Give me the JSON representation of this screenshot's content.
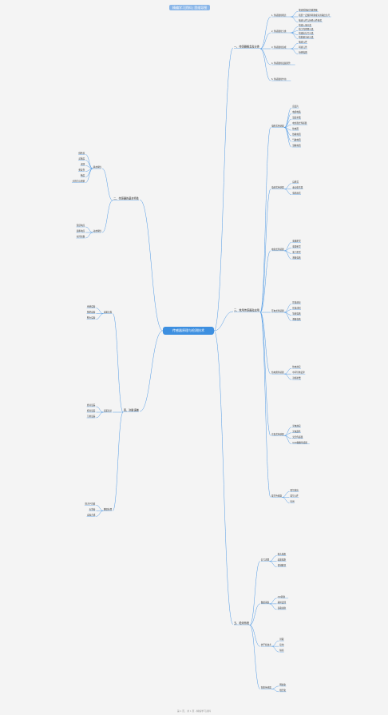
{
  "header": {
    "badge": "精编学习资料 | 思维导图"
  },
  "root": {
    "label": "传感器原理与检测技术"
  },
  "footer": {
    "text": "第 1 页，共 1 页 - 精编学习资料"
  },
  "colors": {
    "edge": "#4f9ae6",
    "root_bg": "#3d8fe0",
    "background": "#f4f4f4"
  },
  "branches": [
    {
      "label": "一、传感器概念及分类",
      "side": "right",
      "children": [
        {
          "label": "1. 传感器的概念",
          "children": [
            "能感受规定的被测量",
            "按照一定规律转换成可用输出信号",
            "敏感元件与转换元件组成"
          ]
        },
        {
          "label": "2. 传感器的分类",
          "children": [
            "按输入量分类",
            "按工作原理分类",
            "按输出信号分类",
            "按能量关系分类"
          ]
        },
        {
          "label": "3. 传感器的组成",
          "children": [
            "敏感元件",
            "转换元件",
            "转换电路"
          ]
        },
        {
          "label": "4. 传感器的发展趋势",
          "children": []
        },
        {
          "label": "5. 传感器的作用",
          "children": []
        }
      ]
    },
    {
      "label": "二、传感器的基本特性",
      "side": "left",
      "children": [
        {
          "label": "静态特性",
          "children": [
            "线性度",
            "灵敏度",
            "迟滞",
            "重复性",
            "精度",
            "分辨力与阈值"
          ]
        },
        {
          "label": "动态特性",
          "children": [
            "阶跃响应",
            "频率响应",
            "时间常数"
          ]
        }
      ]
    },
    {
      "label": "三、常用传感器及应用",
      "side": "right",
      "children": [
        {
          "label": "电阻式传感器",
          "children": [
            "应变片",
            "电桥电路",
            "温度补偿",
            "电位器式传感器",
            "热电阻",
            "热敏电阻",
            "气敏电阻",
            "湿敏电阻"
          ]
        },
        {
          "label": "电感式传感器",
          "children": [
            "自感式",
            "差动变压器",
            "电涡流式"
          ]
        },
        {
          "label": "电容式传感器",
          "children": [
            "变极距型",
            "变面积型",
            "变介质型",
            "测量电路"
          ]
        },
        {
          "label": "压电式传感器",
          "children": [
            "压电效应",
            "压电材料",
            "等效电路",
            "测量电路"
          ]
        },
        {
          "label": "热电偶传感器",
          "children": [
            "热电效应",
            "中间导体定律",
            "冷端补偿"
          ]
        },
        {
          "label": "光电式传感器",
          "children": [
            "光电效应",
            "光电器件",
            "光纤传感器",
            "CCD图像传感器"
          ]
        },
        {
          "label": "霍尔传感器",
          "children": [
            "霍尔效应",
            "霍尔元件",
            "应用"
          ]
        }
      ]
    },
    {
      "label": "四、测量误差",
      "side": "left",
      "children": [
        {
          "label": "误差分类",
          "children": [
            "系统误差",
            "随机误差",
            "粗大误差"
          ]
        },
        {
          "label": "误差表示",
          "children": [
            "绝对误差",
            "相对误差",
            "引用误差"
          ]
        },
        {
          "label": "数据处理",
          "children": [
            "算术平均值",
            "标准差",
            "误差合成"
          ]
        }
      ]
    },
    {
      "label": "五、检测系统",
      "side": "right",
      "children": [
        {
          "label": "信号调理",
          "children": [
            "放大电路",
            "滤波电路",
            "调制解调"
          ]
        },
        {
          "label": "数据采集",
          "children": [
            "A/D转换",
            "采样定理",
            "多路切换"
          ]
        },
        {
          "label": "抗干扰技术",
          "children": [
            "屏蔽",
            "接地",
            "隔离"
          ]
        },
        {
          "label": "智能传感器",
          "children": [
            "网络化",
            "微型化"
          ]
        }
      ]
    }
  ]
}
